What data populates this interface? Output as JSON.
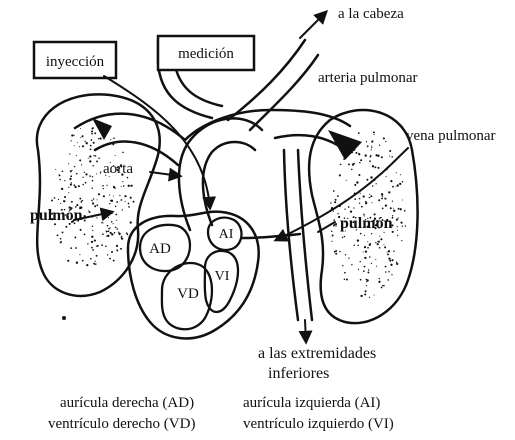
{
  "labels": {
    "injection": "inyección",
    "measurement": "medición",
    "to_head": "a la cabeza",
    "pulmonary_artery": "arteria pulmonar",
    "pulmonary_vein": "vena pulmonar",
    "aorta": "aorta",
    "lung_left": "pulmón",
    "lung_right": "pulmón",
    "ad": "AD",
    "ai": "AI",
    "vd": "VD",
    "vi": "VI",
    "to_limbs_line1": "a las extremidades",
    "to_limbs_line2": "inferiores"
  },
  "legend": {
    "ad": "aurícula derecha (AD)",
    "vd": "ventrículo derecho (VD)",
    "ai": "aurícula izquierda (AI)",
    "vi": "ventrículo izquierdo (VI)"
  }
}
